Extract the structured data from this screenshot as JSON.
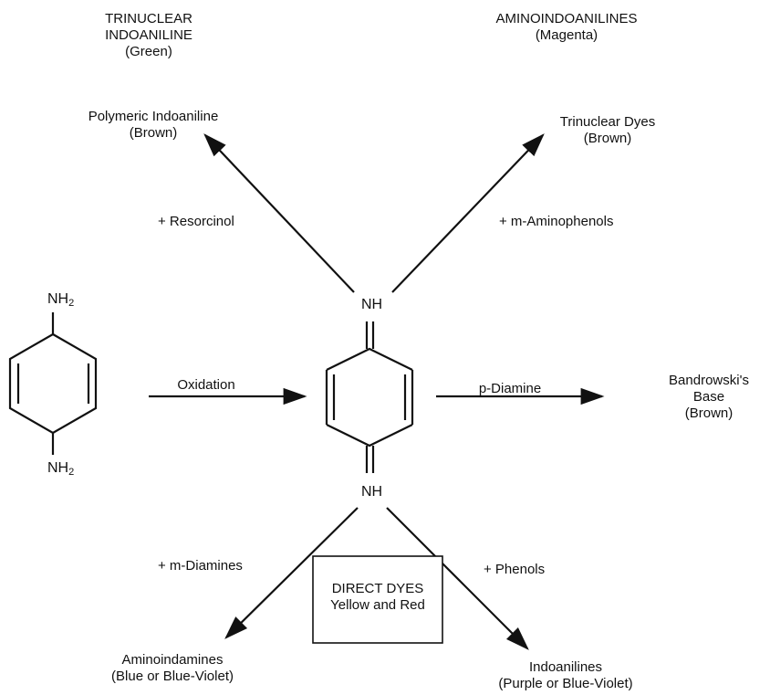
{
  "labels": {
    "trinuclear_indoaniline": [
      "TRINUCLEAR",
      "INDOANILINE",
      "(Green)"
    ],
    "aminoindoanilines": [
      "AMINOINDOANILINES",
      "(Magenta)"
    ],
    "polymeric_indoaniline": [
      "Polymeric Indoaniline",
      "(Brown)"
    ],
    "trinuclear_dyes": [
      "Trinuclear Dyes",
      "(Brown)"
    ],
    "resorcinol": "+ Resorcinol",
    "m_aminophenols": "+ m-Aminophenols",
    "oxidation": "Oxidation",
    "p_diamine": "p-Diamine",
    "bandrowskis_base": [
      "Bandrowski's",
      "Base",
      "(Brown)"
    ],
    "m_diamines": "+ m-Diamines",
    "phenols": "+ Phenols",
    "direct_dyes": [
      "DIRECT DYES",
      "Yellow and Red"
    ],
    "aminoindamines": [
      "Aminoindamines",
      "(Blue or Blue-Violet)"
    ],
    "indoanilines": [
      "Indoanilines",
      "(Purple or Blue-Violet)"
    ]
  },
  "chem": {
    "nh2_top": "NH",
    "nh2_bottom": "NH",
    "sub2": "2",
    "nh_top": "NH",
    "nh_bottom": "NH"
  }
}
